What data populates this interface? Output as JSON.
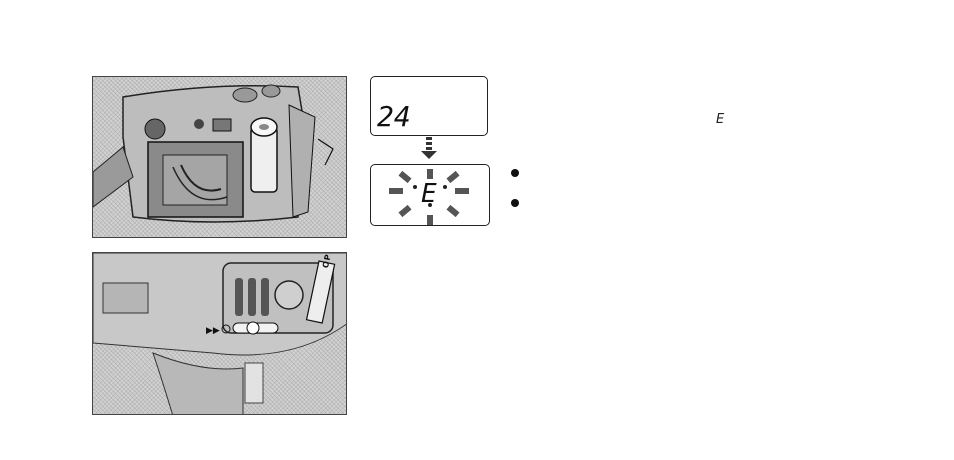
{
  "lcd_top": {
    "counter": "24"
  },
  "lcd_bottom": {
    "indicator": "E"
  },
  "side_symbol": "E",
  "button_label": "OPEN"
}
